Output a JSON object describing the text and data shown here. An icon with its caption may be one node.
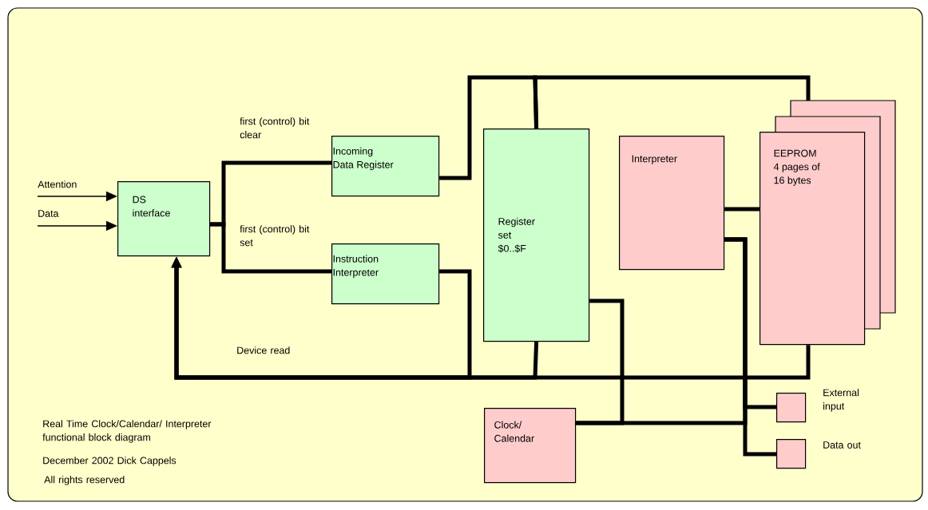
{
  "diagram": {
    "nodes": [
      {
        "text": [
          "DS interface"
        ]
      },
      {
        "text": [
          "Incoming Data Register"
        ]
      },
      {
        "text": [
          "Instruction Interpreter"
        ]
      },
      {
        "text": [
          "Register set $0..$F"
        ]
      },
      {
        "text": [
          "Interpreter"
        ]
      },
      {
        "text": [
          "EEPROM 4 pages of 16 bytes"
        ]
      },
      {
        "text": [
          "Clock/ Calendar"
        ]
      },
      {
        "text": [],
        "shape": "box",
        "beside": [
          "External input"
        ]
      },
      {
        "text": [],
        "shape": "box",
        "beside": [
          "Data out"
        ]
      }
    ],
    "edges": [
      {
        "from": null,
        "to": 0,
        "arrow": "to",
        "label": "Attention"
      },
      {
        "from": null,
        "to": 0,
        "arrow": "to",
        "label": "Data"
      },
      {
        "from": 0,
        "to": 1,
        "arrow": "none",
        "label": "first (control) bit clear"
      },
      {
        "from": 0,
        "to": 2,
        "arrow": "none",
        "label": "first (control) bit set"
      },
      {
        "from": 1,
        "to": 3,
        "arrow": "none"
      },
      {
        "from": 3,
        "to": 5,
        "arrow": "none"
      },
      {
        "from": 2,
        "to": 0,
        "arrow": "to"
      },
      {
        "from": 3,
        "to": 0,
        "arrow": "to",
        "label": "Device read"
      },
      {
        "from": 5,
        "to": 0,
        "arrow": "to"
      },
      {
        "from": 3,
        "to": 6,
        "arrow": "none"
      },
      {
        "from": 6,
        "to": 4,
        "arrow": "none"
      },
      {
        "from": 4,
        "to": 5,
        "arrow": "none"
      },
      {
        "from": 4,
        "to": 7,
        "arrow": "none"
      },
      {
        "from": 4,
        "to": 8,
        "arrow": "none"
      }
    ],
    "labels": [
      "Real Time Clock/Calendar/ Interpreter functional block diagram",
      "December 2002 Dick Cappels",
      "All rights reserved"
    ]
  }
}
